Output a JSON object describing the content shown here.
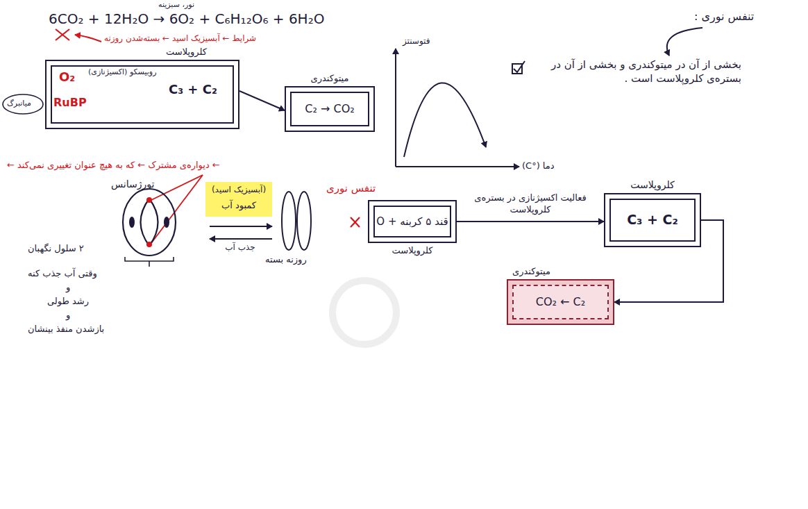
{
  "diagram": {
    "nodes": [
      {
        "text": [
          "کلروپلاست",
          "O₂",
          "RuBP",
          "روبیسکو (اکسیژنازی)",
          "C₃ + C₂"
        ]
      },
      {
        "text": [
          "میتوکندری",
          "C₂ → CO₂"
        ]
      },
      {
        "text": [
          "قند ۵ کربنه + O",
          "کلروپلاست"
        ]
      },
      {
        "text": [
          "کلروپلاست",
          "C₃ + C₂"
        ]
      },
      {
        "text": [
          "میتوکندری",
          "CO₂ ← C₂"
        ]
      }
    ],
    "edges": [
      {
        "from": 0,
        "to": 1,
        "arrow": "to"
      },
      {
        "from": 2,
        "to": 3,
        "arrow": "to",
        "label": "فعالیت اکسیژنازی در بستره‌ی کلروپلاست"
      },
      {
        "from": 3,
        "to": 4,
        "arrow": "to"
      }
    ],
    "labels": [
      "6CO₂ + 12H₂O → 6O₂ + C₆H₁₂O₆ + 6H₂O",
      "نور، سبزینه",
      "شرایط ← آبسیزیک اسید ← بسته‌شدن روزنه",
      "میانبرگ",
      "فتوسنتز",
      "دما (°C)",
      "تنفس نوری :",
      "بخشی از آن در میتوکندری و بخشی از آن در بستره‌ی کلروپلاست است .",
      "← دیواره‌ی مشترک ← که به هیچ عنوان تغییری نمی‌کند ←",
      "تورژسانس",
      "(آبسیزیک اسید)",
      "کمبود آب",
      "جذب آب",
      "روزنه بسته",
      "۲ سلول نگهبان",
      "وقتی آب جذب کنه",
      "و",
      "رشد طولی",
      "و",
      "بازشدن منفذ بینشان",
      "تنفس نوری"
    ]
  }
}
